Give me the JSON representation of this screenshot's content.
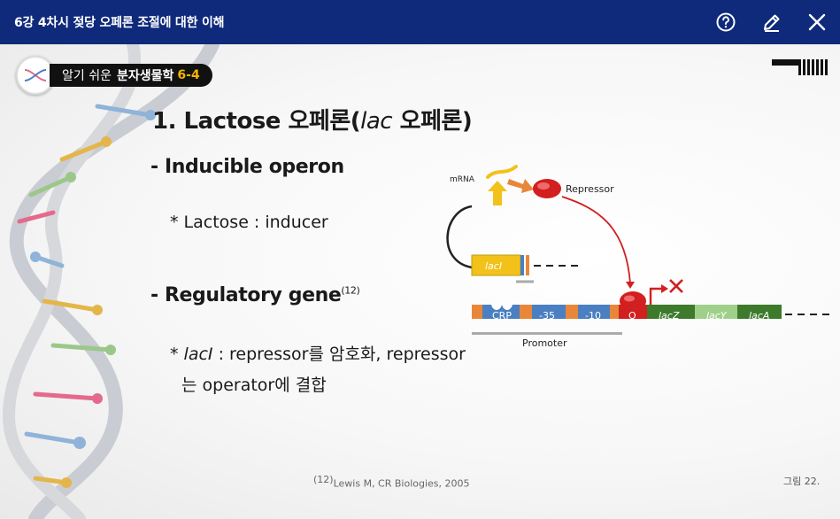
{
  "window": {
    "title": "6강 4차시 젖당 오페론 조절에 대한 이해"
  },
  "toolbar": {
    "help_icon": "question-circle-icon",
    "edit_icon": "pencil-icon",
    "close_icon": "close-icon"
  },
  "course": {
    "label_pre": "알기 쉬운",
    "label_bold": "분자생물학",
    "label_num": "6-4"
  },
  "slide": {
    "title_pre": "1. Lactose 오페론(",
    "title_italic": "lac",
    "title_post": " 오페론)",
    "item1": "- Inducible operon",
    "item1_sub": "* Lactose : inducer",
    "item2": "- Regulatory gene",
    "item2_ref": "(12)",
    "item2_sub_star": "* ",
    "item2_sub_italic": "lacI",
    "item2_sub_line1": " : repressor를 암호화, repressor",
    "item2_sub_line2": "는 operator에 결합",
    "citation_ref": "(12)",
    "citation_text": "Lewis M, CR Biologies, 2005",
    "figure_label": "그림 22."
  },
  "diagram": {
    "mrna": "mRNA",
    "repressor": "Repressor",
    "laci": "lacI",
    "crp": "CRP",
    "minus35": "-35",
    "minus10": "-10",
    "operator": "O",
    "lacz": "lacZ",
    "lacy": "lacY",
    "laca": "lacA",
    "promoter": "Promoter"
  },
  "colors": {
    "topbar": "#0f2a7a",
    "accent": "#f4b400",
    "repressor": "#d21f1f",
    "blue_box": "#4a7fc1",
    "orange_box": "#e8873a",
    "green_dark": "#3d7a2c",
    "green_light": "#9fd08a",
    "yellow_box": "#f2c21b"
  }
}
